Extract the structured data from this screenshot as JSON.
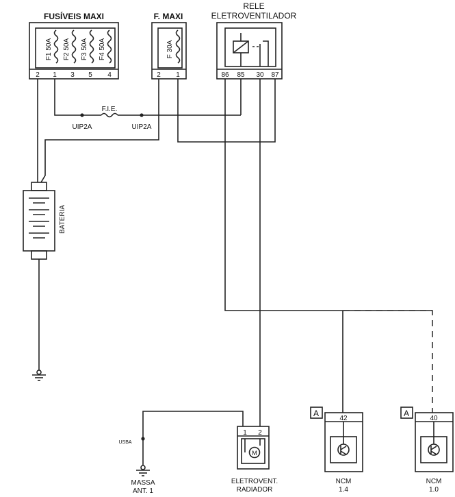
{
  "fuse_box_maxi": {
    "title": "FUSÍVEIS MAXI",
    "fuses": [
      "F1 50A",
      "F2 50A",
      "F3 50A",
      "F4 50A"
    ],
    "pins": [
      "2",
      "1",
      "3",
      "5",
      "4"
    ]
  },
  "fuse_maxi_single": {
    "title": "F. MAXI",
    "fuse": "F 30A",
    "pins": [
      "2",
      "1"
    ]
  },
  "relay": {
    "title_line1": "RELE",
    "title_line2": "ELETROVENTILADOR",
    "pins": [
      "86",
      "85",
      "30",
      "87"
    ]
  },
  "inline_fuse": {
    "label": "F.I.E.",
    "left_connector": "UIP2A",
    "right_connector": "UIP2A"
  },
  "battery": {
    "label": "BATERIA"
  },
  "ground_left": {},
  "usba": {
    "label": "USBA"
  },
  "ground_bottom": {
    "label_line1": "MASSA",
    "label_line2": "ANT. 1"
  },
  "fan": {
    "pins": [
      "1",
      "2"
    ],
    "motor_symbol": "M",
    "label_line1": "ELETROVENT.",
    "label_line2": "RADIADOR"
  },
  "ncm_14": {
    "tag": "A",
    "pin": "42",
    "label_line1": "NCM",
    "label_line2": "1.4"
  },
  "ncm_10": {
    "tag": "A",
    "pin": "40",
    "label_line1": "NCM",
    "label_line2": "1.0"
  }
}
